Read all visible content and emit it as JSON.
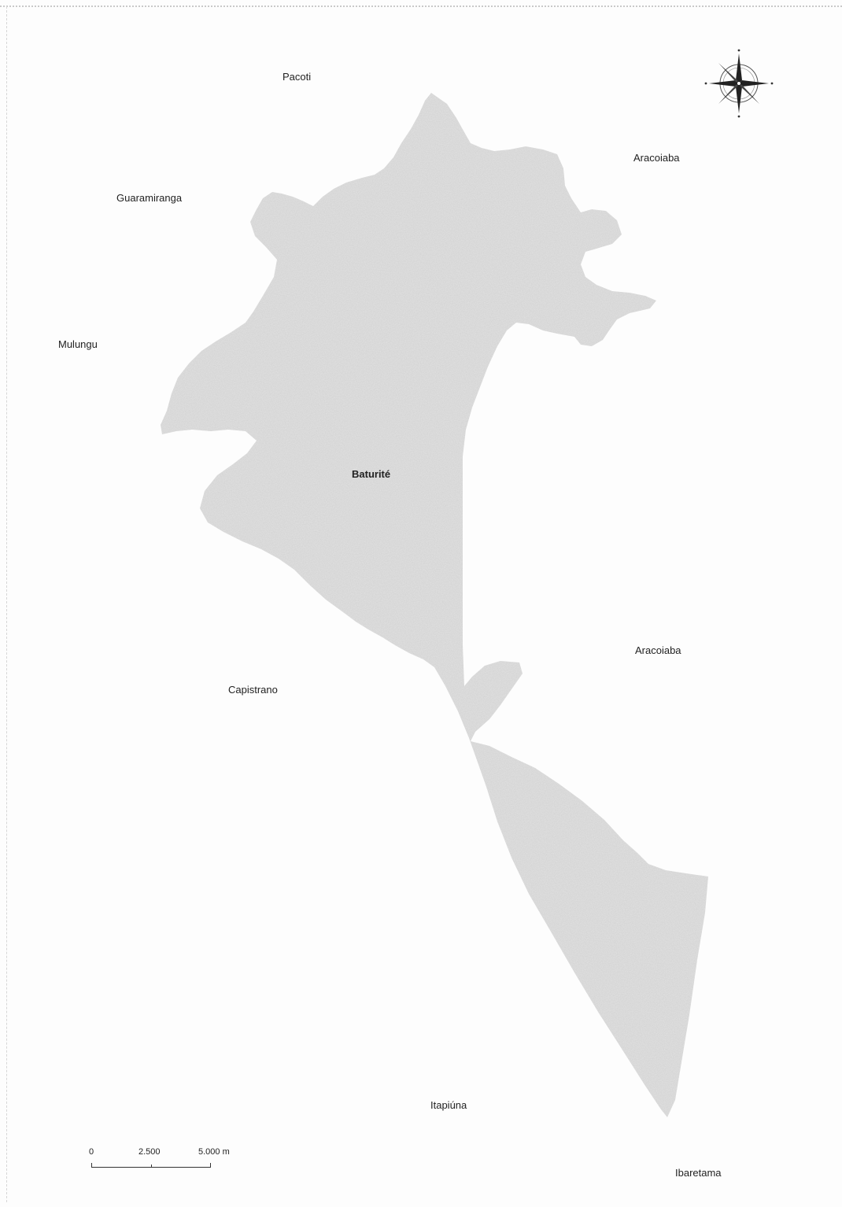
{
  "map": {
    "main_region": "Baturité",
    "neighbors": {
      "pacoti": "Pacoti",
      "guaramiranga": "Guaramiranga",
      "mulungu": "Mulungu",
      "aracoiaba_north": "Aracoiaba",
      "aracoiaba_east": "Aracoiaba",
      "capistrano": "Capistrano",
      "itapiuna": "Itapiúna",
      "ibaretama": "Ibaretama"
    },
    "region_fill": "#e3e3e3",
    "scale_bar": {
      "labels": [
        "0",
        "2.500",
        "5.000 m"
      ],
      "values_m": [
        0,
        2500,
        5000
      ]
    },
    "north_arrow": {
      "icon": "compass-rose-icon"
    }
  }
}
